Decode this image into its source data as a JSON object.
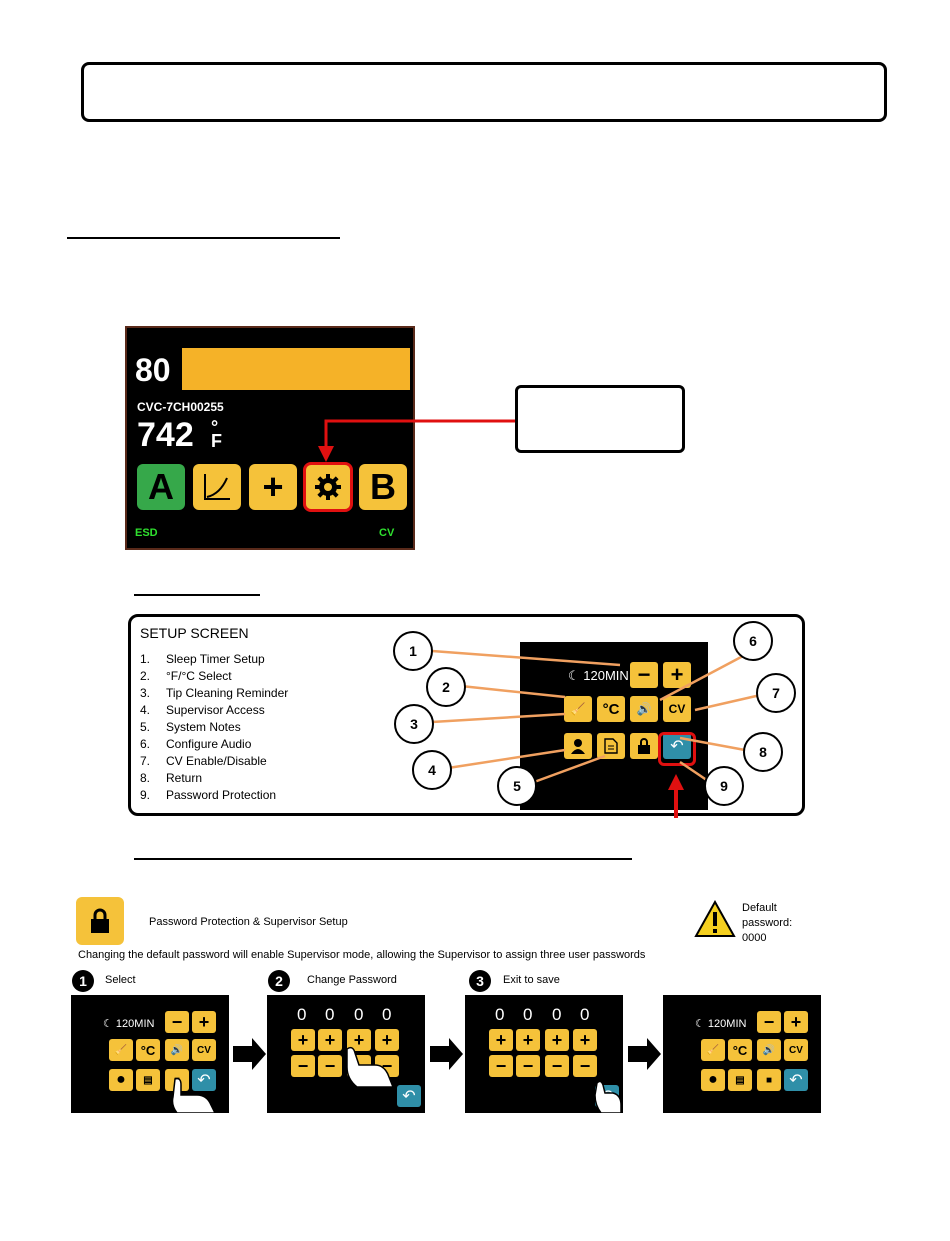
{
  "main_screen": {
    "value_80": "80",
    "model": "CVC-7CH00255",
    "temperature": "742",
    "temp_unit_deg": "°",
    "temp_unit_f": "F",
    "buttons": [
      "A",
      "+",
      "B"
    ],
    "esd_label": "ESD",
    "cv_label": "CV"
  },
  "setup_panel": {
    "title": "SETUP SCREEN",
    "items": [
      {
        "num": "1.",
        "label": "Sleep Timer Setup"
      },
      {
        "num": "2.",
        "label": "°F/°C Select"
      },
      {
        "num": "3.",
        "label": "Tip Cleaning Reminder"
      },
      {
        "num": "4.",
        "label": "Supervisor Access"
      },
      {
        "num": "5.",
        "label": "System Notes"
      },
      {
        "num": "6.",
        "label": "Configure Audio"
      },
      {
        "num": "7.",
        "label": "CV Enable/Disable"
      },
      {
        "num": "8.",
        "label": "Return"
      },
      {
        "num": "9.",
        "label": "Password Protection"
      }
    ],
    "callouts": [
      "1",
      "2",
      "3",
      "4",
      "5",
      "6",
      "7",
      "8",
      "9"
    ],
    "sleep_label": "120MIN",
    "minus": "−",
    "plus": "+",
    "celsius": "°C",
    "cv": "CV"
  },
  "password": {
    "title": "Password Protection & Supervisor Setup",
    "description": "Changing the default password will enable Supervisor mode, allowing the Supervisor to assign three user passwords",
    "default_line1": "Default",
    "default_line2": "password:",
    "default_value": "0000",
    "steps": [
      {
        "num": "1",
        "label": "Select"
      },
      {
        "num": "2",
        "label": "Change Password"
      },
      {
        "num": "3",
        "label": "Exit to save"
      }
    ],
    "digits": [
      "0",
      "0",
      "0",
      "0"
    ],
    "sleep_label": "120MIN",
    "celsius": "°C",
    "cv": "CV"
  },
  "colors": {
    "accent_yellow": "#f5c23a",
    "return_blue": "#2f8fa8",
    "arrow_red": "#e01010",
    "leader_orange": "#f0a060",
    "status_green": "#2fe02f"
  }
}
